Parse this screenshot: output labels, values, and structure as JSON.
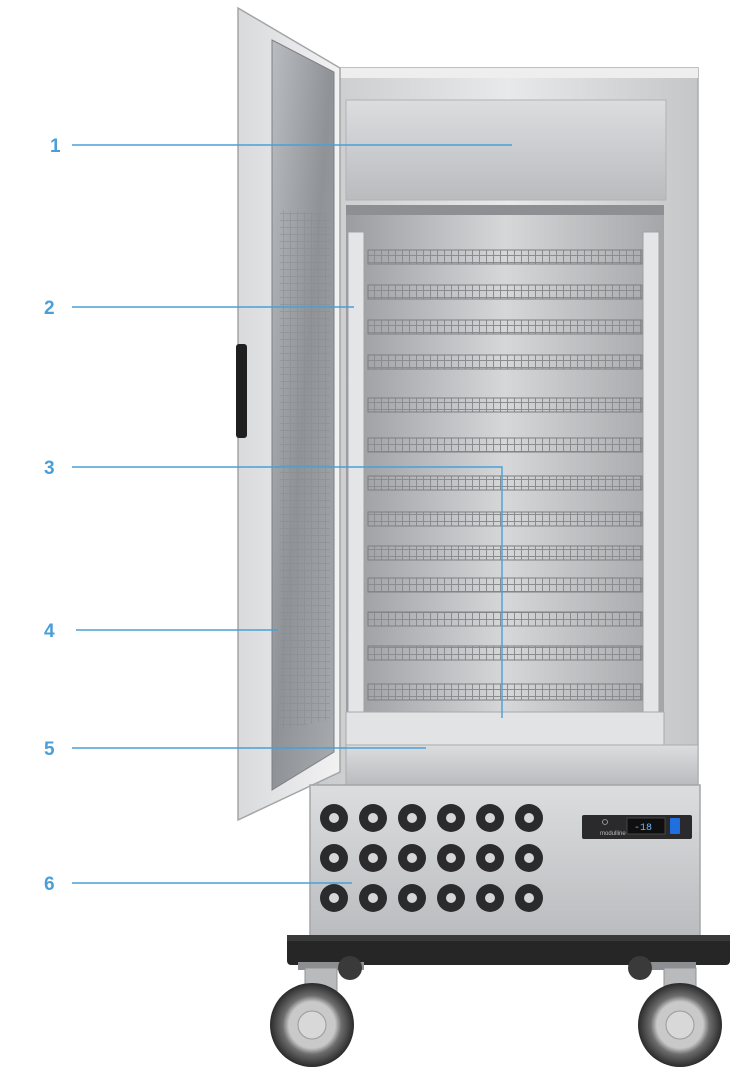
{
  "diagram": {
    "subject": "Stainless steel refrigerated trolley cabinet with open glass door",
    "accent_color": "#4a9fd8",
    "callouts": [
      {
        "number": "1",
        "target": "top-panel"
      },
      {
        "number": "2",
        "target": "shelf-rail"
      },
      {
        "number": "3",
        "target": "wire-shelves"
      },
      {
        "number": "4",
        "target": "glass-door"
      },
      {
        "number": "5",
        "target": "cabinet-floor"
      },
      {
        "number": "6",
        "target": "vented-base-unit"
      }
    ],
    "control_panel": {
      "brand": "modulline",
      "display": "-18",
      "power_color": "#1f6fe0"
    }
  }
}
